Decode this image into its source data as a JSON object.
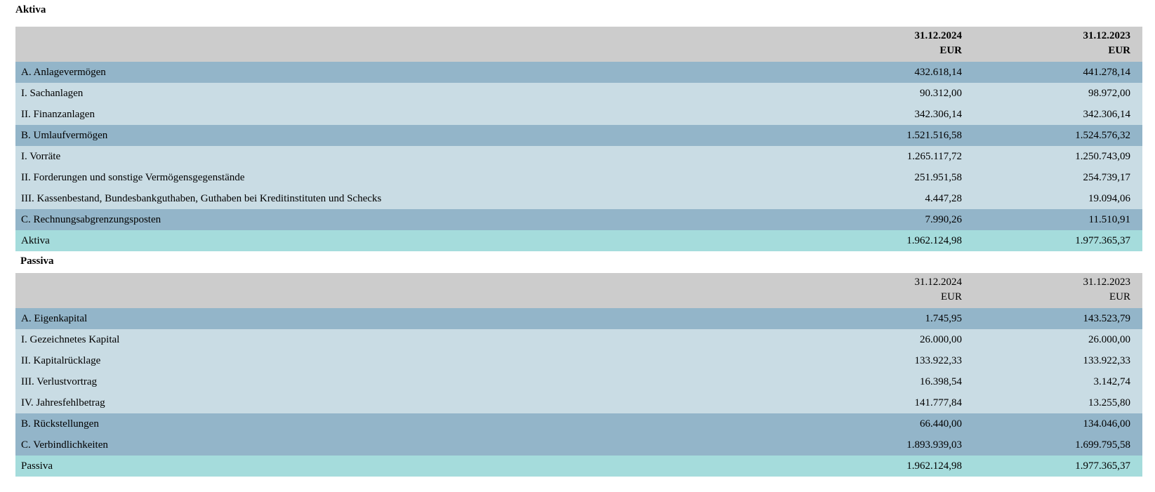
{
  "aktiva": {
    "title": "Aktiva",
    "header": {
      "col1_date": "31.12.2024",
      "col1_unit": "EUR",
      "col2_date": "31.12.2023",
      "col2_unit": "EUR"
    },
    "rows": [
      {
        "type": "main",
        "label": "A. Anlagevermögen",
        "v2024": "432.618,14",
        "v2023": "441.278,14"
      },
      {
        "type": "sub",
        "label": "I. Sachanlagen",
        "v2024": "90.312,00",
        "v2023": "98.972,00"
      },
      {
        "type": "sub",
        "label": "II. Finanzanlagen",
        "v2024": "342.306,14",
        "v2023": "342.306,14"
      },
      {
        "type": "main",
        "label": "B. Umlaufvermögen",
        "v2024": "1.521.516,58",
        "v2023": "1.524.576,32"
      },
      {
        "type": "sub",
        "label": "I. Vorräte",
        "v2024": "1.265.117,72",
        "v2023": "1.250.743,09"
      },
      {
        "type": "sub",
        "label": "II. Forderungen und sonstige Vermögensgegenstände",
        "v2024": "251.951,58",
        "v2023": "254.739,17"
      },
      {
        "type": "sub",
        "label": "III. Kassenbestand, Bundesbankguthaben, Guthaben bei Kreditinstituten und Schecks",
        "v2024": "4.447,28",
        "v2023": "19.094,06"
      },
      {
        "type": "main",
        "label": "C. Rechnungsabgrenzungsposten",
        "v2024": "7.990,26",
        "v2023": "11.510,91"
      },
      {
        "type": "total",
        "label": "Aktiva",
        "v2024": "1.962.124,98",
        "v2023": "1.977.365,37"
      }
    ]
  },
  "passiva": {
    "title": "Passiva",
    "header": {
      "col1_date": "31.12.2024",
      "col1_unit": "EUR",
      "col2_date": "31.12.2023",
      "col2_unit": "EUR"
    },
    "rows": [
      {
        "type": "main",
        "label": "A. Eigenkapital",
        "v2024": "1.745,95",
        "v2023": "143.523,79"
      },
      {
        "type": "sub",
        "label": "I. Gezeichnetes Kapital",
        "v2024": "26.000,00",
        "v2023": "26.000,00"
      },
      {
        "type": "sub",
        "label": "II. Kapitalrücklage",
        "v2024": "133.922,33",
        "v2023": "133.922,33"
      },
      {
        "type": "sub",
        "label": "III. Verlustvortrag",
        "v2024": "16.398,54",
        "v2023": "3.142,74"
      },
      {
        "type": "sub",
        "label": "IV. Jahresfehlbetrag",
        "v2024": "141.777,84",
        "v2023": "13.255,80"
      },
      {
        "type": "main",
        "label": "B. Rückstellungen",
        "v2024": "66.440,00",
        "v2023": "134.046,00"
      },
      {
        "type": "main",
        "label": "C. Verbindlichkeiten",
        "v2024": "1.893.939,03",
        "v2023": "1.699.795,58"
      },
      {
        "type": "total",
        "label": "Passiva",
        "v2024": "1.962.124,98",
        "v2023": "1.977.365,37"
      }
    ]
  }
}
